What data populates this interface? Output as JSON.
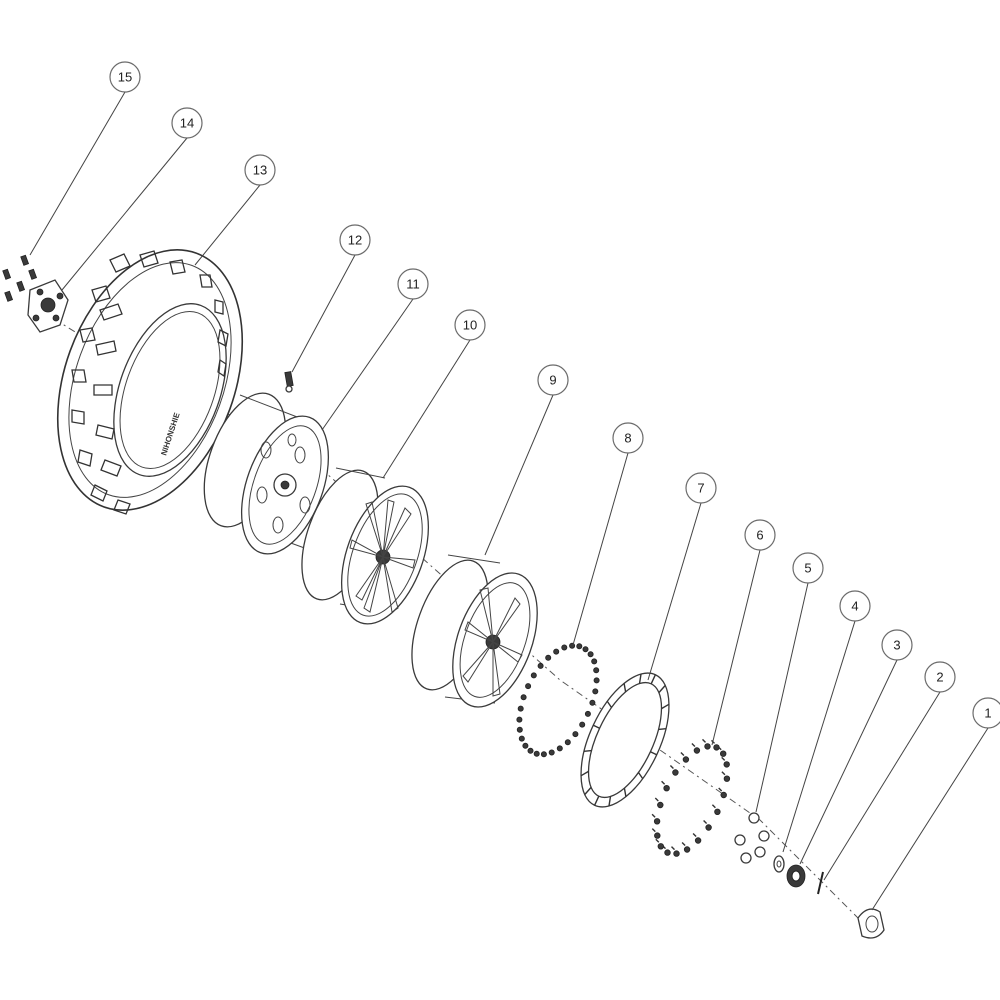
{
  "diagram": {
    "callouts": [
      "15",
      "14",
      "13",
      "12",
      "11",
      "10",
      "9",
      "8",
      "7",
      "6",
      "5",
      "4",
      "3",
      "2",
      "1"
    ],
    "tire_sidewall_text": "NIHONSHIE"
  }
}
